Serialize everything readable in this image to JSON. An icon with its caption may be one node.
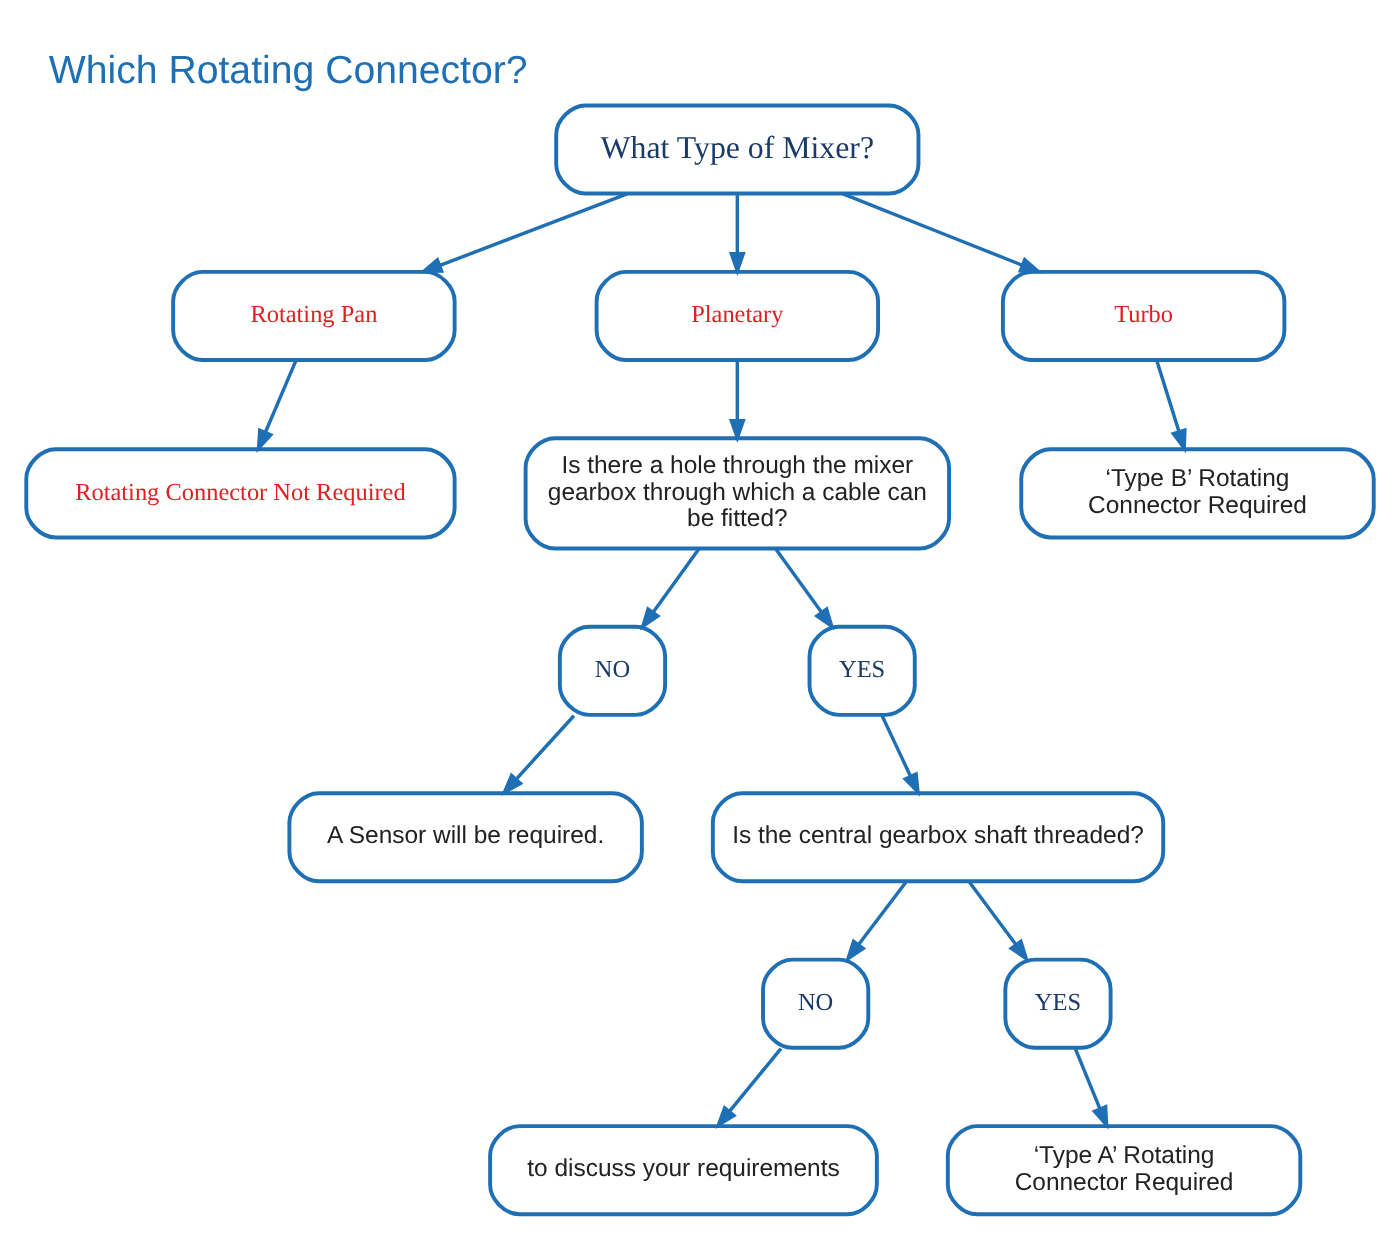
{
  "diagram": {
    "title": "Which Rotating Connector?",
    "nodes": [
      {
        "text": [
          "What Type of Mixer?"
        ]
      },
      {
        "text": [
          "Rotating Pan"
        ]
      },
      {
        "text": [
          "Planetary"
        ]
      },
      {
        "text": [
          "Turbo"
        ]
      },
      {
        "text": [
          "Rotating Connector Not Required"
        ]
      },
      {
        "text": [
          "Is there a hole through the mixer gearbox through which a cable can be fitted?"
        ]
      },
      {
        "text": [
          "‘Type B’ Rotating Connector Required"
        ]
      },
      {
        "text": [
          "NO"
        ]
      },
      {
        "text": [
          "YES"
        ]
      },
      {
        "text": [
          "A Sensor will be required."
        ]
      },
      {
        "text": [
          "Is the central gearbox shaft threaded?"
        ]
      },
      {
        "text": [
          "NO"
        ]
      },
      {
        "text": [
          "YES"
        ]
      },
      {
        "text": [
          "to discuss your requirements"
        ]
      },
      {
        "text": [
          "‘Type A’ Rotating Connector Required"
        ]
      }
    ],
    "edges": [
      {
        "from": 0,
        "to": 1,
        "arrow": "to"
      },
      {
        "from": 0,
        "to": 2,
        "arrow": "to"
      },
      {
        "from": 0,
        "to": 3,
        "arrow": "to"
      },
      {
        "from": 1,
        "to": 4,
        "arrow": "to"
      },
      {
        "from": 2,
        "to": 5,
        "arrow": "to"
      },
      {
        "from": 3,
        "to": 6,
        "arrow": "to"
      },
      {
        "from": 5,
        "to": 7,
        "arrow": "to"
      },
      {
        "from": 5,
        "to": 8,
        "arrow": "to"
      },
      {
        "from": 7,
        "to": 9,
        "arrow": "to"
      },
      {
        "from": 8,
        "to": 10,
        "arrow": "to"
      },
      {
        "from": 10,
        "to": 11,
        "arrow": "to"
      },
      {
        "from": 10,
        "to": 12,
        "arrow": "to"
      },
      {
        "from": 11,
        "to": 13,
        "arrow": "to"
      },
      {
        "from": 12,
        "to": 14,
        "arrow": "to"
      }
    ]
  }
}
